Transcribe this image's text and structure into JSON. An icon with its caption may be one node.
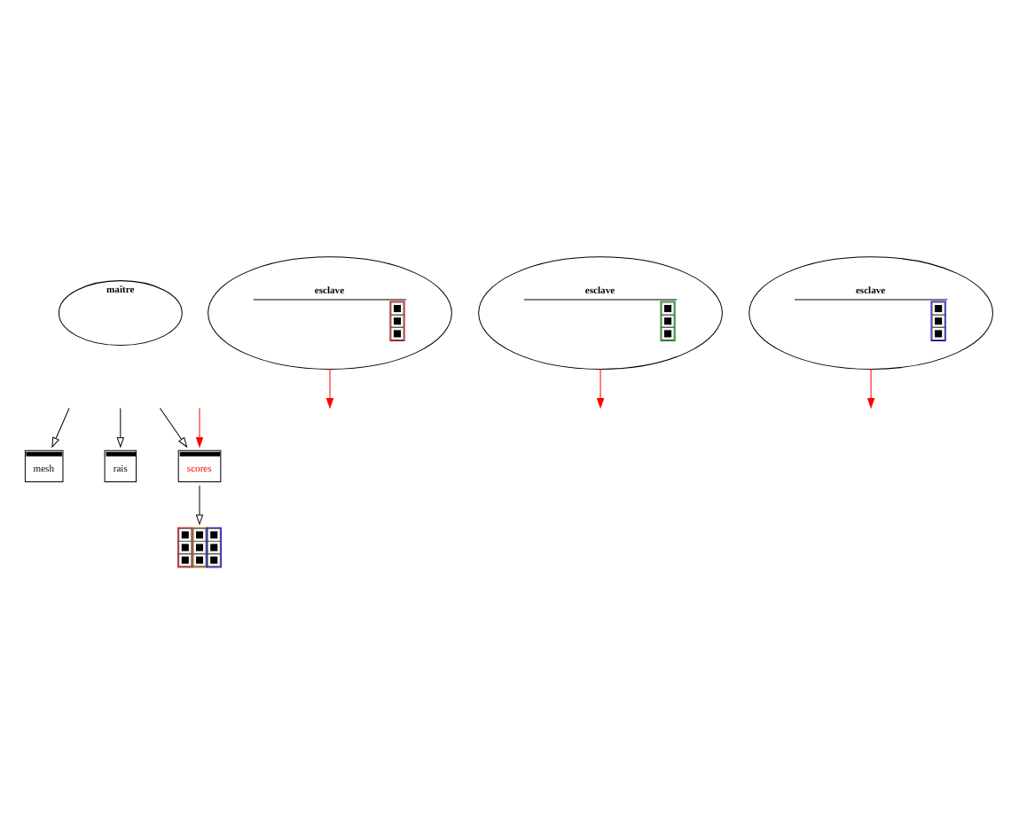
{
  "diagram": {
    "nodes": [
      {
        "text": [
          "maître"
        ]
      },
      {
        "text": [
          "esclave"
        ]
      },
      {
        "text": [
          "esclave"
        ]
      },
      {
        "text": [
          "esclave"
        ]
      },
      {
        "text": [
          "mesh"
        ]
      },
      {
        "text": [
          "rais"
        ]
      },
      {
        "text": [
          "scores"
        ]
      },
      {
        "text": [],
        "shape": "box"
      }
    ],
    "edges": [
      {
        "from": null,
        "to": 4,
        "arrow": "to"
      },
      {
        "from": null,
        "to": 5,
        "arrow": "to"
      },
      {
        "from": null,
        "to": 6,
        "arrow": "to"
      },
      {
        "from": 6,
        "to": 7,
        "arrow": "to"
      },
      {
        "from": 1,
        "to": null,
        "arrow": "to",
        "color": "#ff0000"
      },
      {
        "from": 2,
        "to": null,
        "arrow": "to",
        "color": "#ff0000"
      },
      {
        "from": 3,
        "to": null,
        "arrow": "to",
        "color": "#ff0000"
      },
      {
        "from": null,
        "to": 6,
        "arrow": "to",
        "color": "#ff0000"
      }
    ]
  }
}
